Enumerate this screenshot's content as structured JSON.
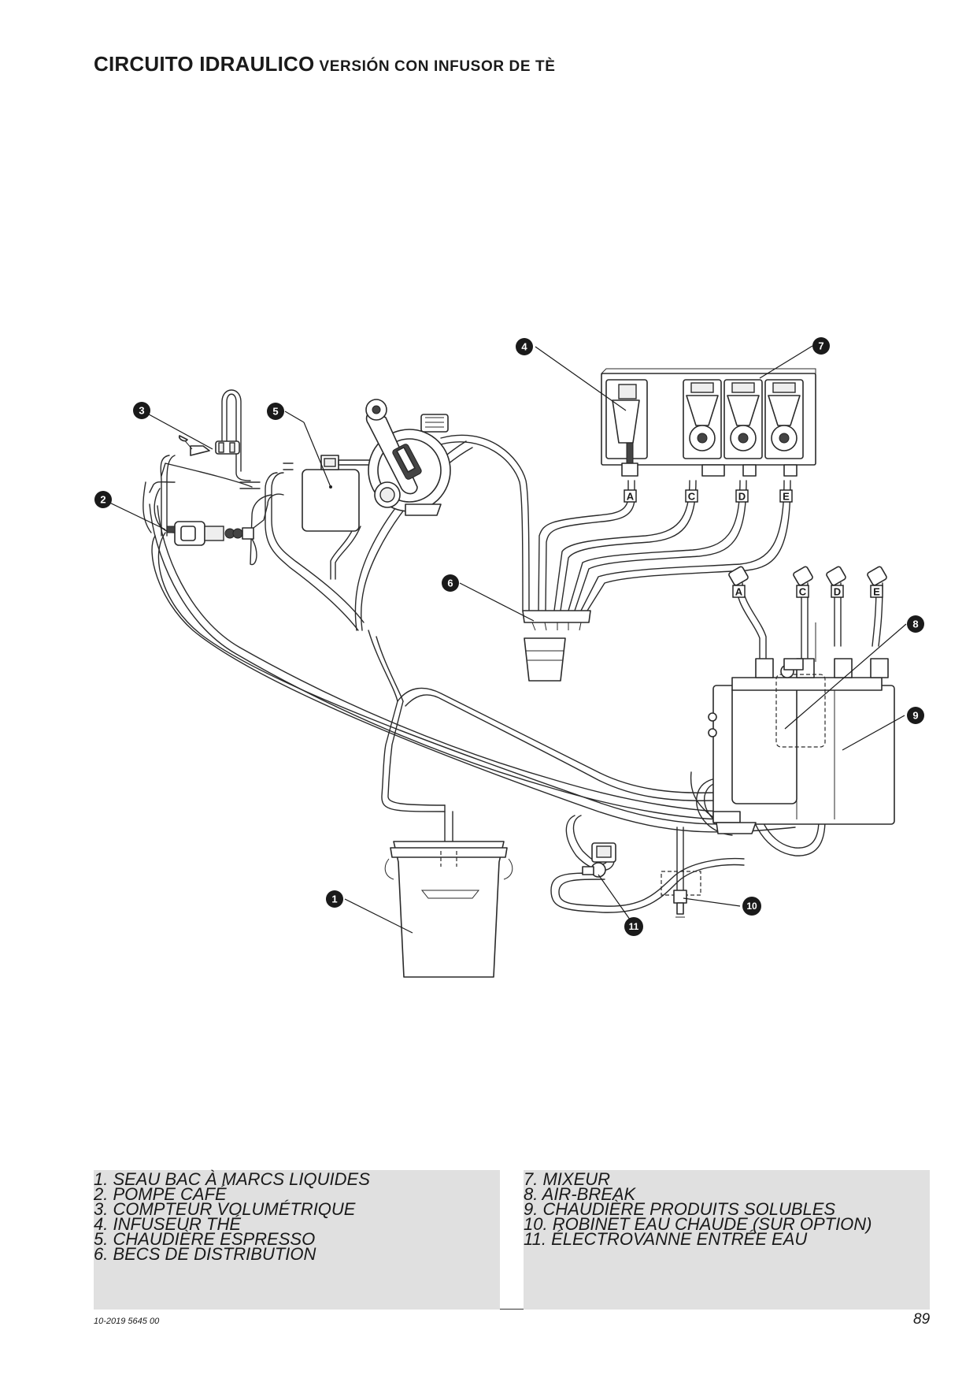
{
  "title": {
    "main": "CIRCUITO IDRAULICO",
    "sub": "VERSIÓN CON INFUSOR DE TÈ"
  },
  "callouts": [
    "1",
    "2",
    "3",
    "4",
    "5",
    "6",
    "7",
    "8",
    "9",
    "10",
    "11"
  ],
  "port_labels": [
    "A",
    "C",
    "D",
    "E"
  ],
  "legend_left": [
    "1.  SEAU BAC À MARCS LIQUIDES",
    "2.  POMPE CAFÉ",
    "3.  COMPTEUR VOLUMÉTRIQUE",
    "4.  INFUSEUR THÉ",
    "5.  CHAUDIÈRE ESPRESSO",
    "6.  BECS DE DISTRIBUTION"
  ],
  "legend_right": [
    "7.  MIXEUR",
    "8.  AIR-BREAK",
    "9.  CHAUDIÈRE PRODUITS SOLUBLES",
    "10.  ROBINET EAU CHAUDE (SUR OPTION)",
    "11.  ÉLECTROVANNE ENTRÉE EAU"
  ],
  "footer": {
    "code": "10-2019 5645 00",
    "page": "89"
  }
}
